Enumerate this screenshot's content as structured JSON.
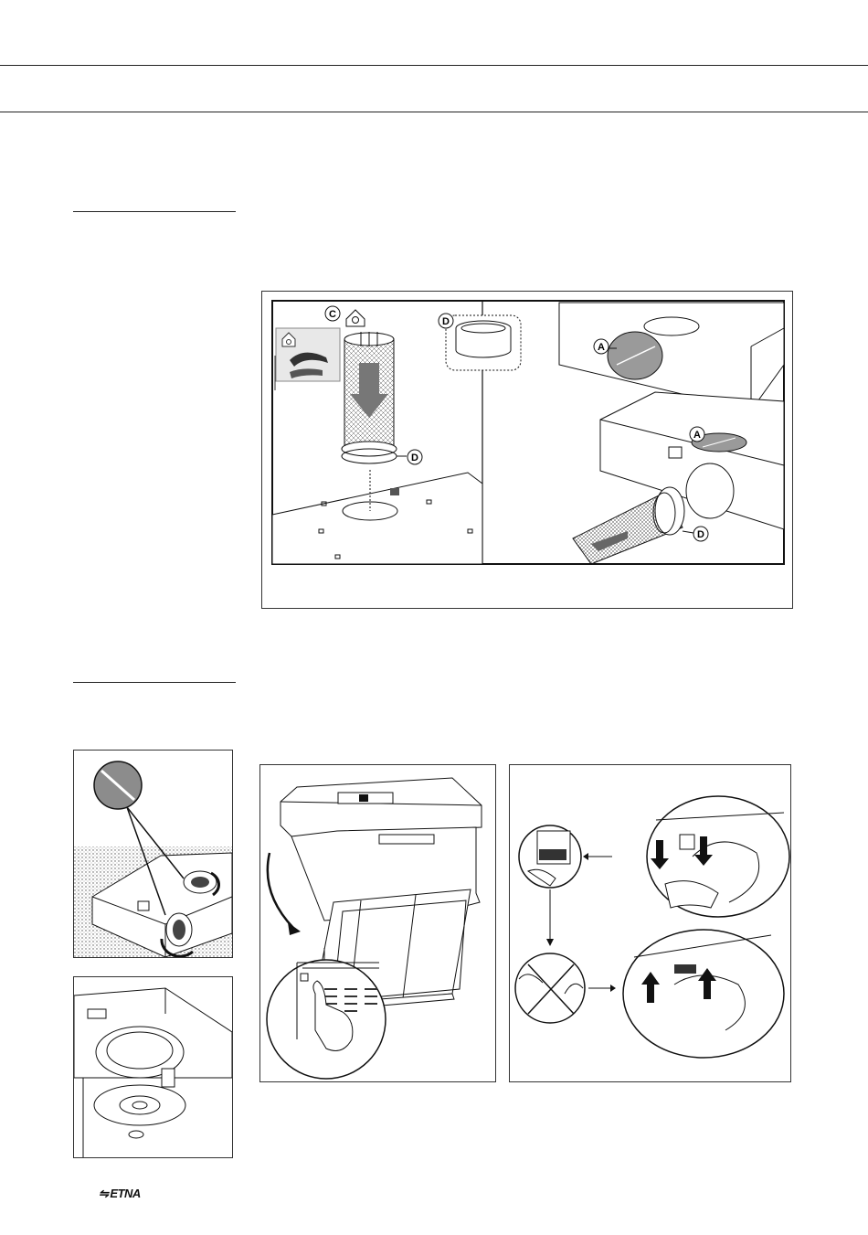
{
  "callouts": {
    "a_top": "A",
    "a_bottom": "A",
    "c": "C",
    "d_filter": "D",
    "d_flange": "D",
    "d_pipe": "D"
  },
  "brand": {
    "logo_text": "ETNA"
  },
  "colors": {
    "line": "#222222",
    "stipple": "#9a9a9a",
    "dial_grey": "#8c8c8c"
  },
  "icons": {
    "recirculation": "house-icon",
    "arrows": "arrow-icon"
  }
}
